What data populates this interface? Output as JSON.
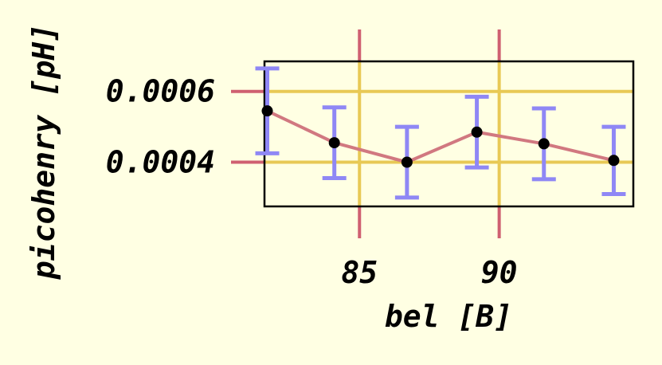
{
  "chart_data": {
    "type": "line",
    "xlabel": "bel [B]",
    "ylabel": "picohenry [pH]",
    "x_ticks": [
      85,
      90
    ],
    "y_ticks": [
      0.0004,
      0.0006
    ],
    "y_tick_labels": [
      "0.0004",
      "0.0006"
    ],
    "xlim": [
      81.6,
      94.8
    ],
    "ylim": [
      0.000275,
      0.000685
    ],
    "grid": true,
    "series": [
      {
        "x": [
          81.7,
          84.1,
          86.7,
          89.2,
          91.6,
          94.1
        ],
        "y": [
          0.000545,
          0.000455,
          0.0004,
          0.000485,
          0.000452,
          0.000405
        ],
        "err": [
          0.00012,
          0.0001,
          0.0001,
          0.0001,
          0.0001,
          9.5e-05
        ]
      }
    ],
    "colors": {
      "background": "#ffffe3",
      "line": "#d17880",
      "errorbar": "#8f87f5",
      "grid": "#e8c955",
      "tickline": "#cf6071",
      "marker": "#000000"
    }
  }
}
